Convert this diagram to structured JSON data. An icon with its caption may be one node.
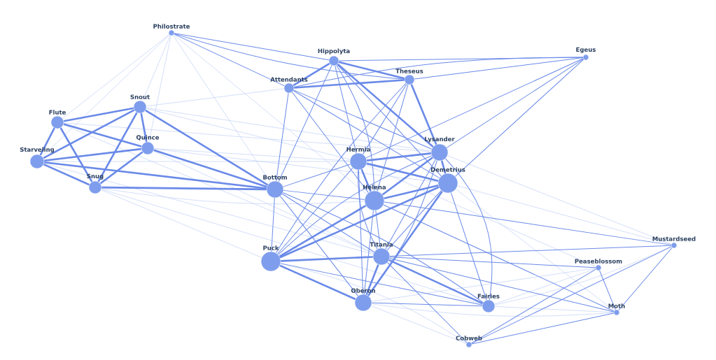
{
  "diagram": {
    "nodes": [
      {
        "text": [
          "Philostrate"
        ]
      },
      {
        "text": [
          "Hippolyta"
        ]
      },
      {
        "text": [
          "Egeus"
        ]
      },
      {
        "text": [
          "Theseus"
        ]
      },
      {
        "text": [
          "Attendants"
        ]
      },
      {
        "text": [
          "Snout"
        ]
      },
      {
        "text": [
          "Flute"
        ]
      },
      {
        "text": [
          "Quince"
        ]
      },
      {
        "text": [
          "Lysander"
        ]
      },
      {
        "text": [
          "Hermia"
        ]
      },
      {
        "text": [
          "Starveling"
        ]
      },
      {
        "text": [
          "Demetrius"
        ]
      },
      {
        "text": [
          "Bottom"
        ]
      },
      {
        "text": [
          "Snug"
        ]
      },
      {
        "text": [
          "Helena"
        ]
      },
      {
        "text": [
          "Mustardseed"
        ]
      },
      {
        "text": [
          "Titania"
        ]
      },
      {
        "text": [
          "Puck"
        ]
      },
      {
        "text": [
          "Peaseblossom"
        ]
      },
      {
        "text": [
          "Oberon"
        ]
      },
      {
        "text": [
          "Fairies"
        ]
      },
      {
        "text": [
          "Moth"
        ]
      },
      {
        "text": [
          "Cobweb"
        ]
      }
    ],
    "edges": [
      {
        "from": 0,
        "to": 6,
        "arrow": "none",
        "color": "#c8d5f7"
      },
      {
        "from": 0,
        "to": 10,
        "arrow": "none",
        "color": "#c8d5f7"
      },
      {
        "from": 0,
        "to": 5,
        "arrow": "none",
        "color": "#c8d5f7"
      },
      {
        "from": 0,
        "to": 7,
        "arrow": "none",
        "color": "#c8d5f7"
      },
      {
        "from": 0,
        "to": 12,
        "arrow": "none",
        "color": "#c8d5f7"
      },
      {
        "from": 0,
        "to": 14,
        "arrow": "none",
        "color": "#c8d5f7"
      },
      {
        "from": 13,
        "to": 17,
        "arrow": "none",
        "color": "#c8d5f7"
      },
      {
        "from": 13,
        "to": 14,
        "arrow": "none",
        "color": "#c8d5f7"
      },
      {
        "from": 10,
        "to": 9,
        "arrow": "none",
        "color": "#c8d5f7"
      },
      {
        "from": 6,
        "to": 8,
        "arrow": "none",
        "color": "#c8d5f7"
      },
      {
        "from": 5,
        "to": 8,
        "arrow": "none",
        "color": "#c8d5f7"
      },
      {
        "from": 5,
        "to": 4,
        "arrow": "none",
        "color": "#c8d5f7"
      },
      {
        "from": 7,
        "to": 9,
        "arrow": "none",
        "color": "#c8d5f7"
      },
      {
        "from": 7,
        "to": 11,
        "arrow": "none",
        "color": "#c8d5f7"
      },
      {
        "from": 7,
        "to": 16,
        "arrow": "none",
        "color": "#c8d5f7"
      },
      {
        "from": 10,
        "to": 16,
        "arrow": "none",
        "color": "#c8d5f7"
      },
      {
        "from": 11,
        "to": 15,
        "arrow": "none",
        "color": "#c8d5f7"
      },
      {
        "from": 8,
        "to": 15,
        "arrow": "none",
        "color": "#c8d5f7"
      },
      {
        "from": 11,
        "to": 21,
        "arrow": "none",
        "color": "#c8d5f7"
      },
      {
        "from": 9,
        "to": 18,
        "arrow": "none",
        "color": "#c8d5f7"
      },
      {
        "from": 19,
        "to": 18,
        "arrow": "none",
        "color": "#c8d5f7"
      },
      {
        "from": 19,
        "to": 21,
        "arrow": "none",
        "color": "#c8d5f7"
      },
      {
        "from": 19,
        "to": 22,
        "arrow": "none",
        "color": "#c8d5f7"
      },
      {
        "from": 17,
        "to": 22,
        "arrow": "none",
        "color": "#c8d5f7"
      },
      {
        "from": 20,
        "to": 15,
        "arrow": "none",
        "color": "#c8d5f7"
      },
      {
        "from": 20,
        "to": 21,
        "arrow": "none",
        "color": "#c8d5f7"
      },
      {
        "from": 20,
        "to": 18,
        "arrow": "none",
        "color": "#c8d5f7"
      },
      {
        "from": 6,
        "to": 16,
        "arrow": "none",
        "color": "#c8d5f7"
      },
      {
        "from": 5,
        "to": 9,
        "arrow": "none",
        "color": "#c8d5f7"
      },
      {
        "from": 13,
        "to": 20,
        "arrow": "none",
        "color": "#c8d5f7"
      },
      {
        "from": 0,
        "to": 1,
        "arrow": "none"
      },
      {
        "from": 0,
        "to": 3,
        "arrow": "none"
      },
      {
        "from": 0,
        "to": 4,
        "arrow": "none"
      },
      {
        "from": 1,
        "to": 2,
        "arrow": "none"
      },
      {
        "from": 3,
        "to": 2,
        "arrow": "none"
      },
      {
        "from": 4,
        "to": 2,
        "arrow": "none"
      },
      {
        "from": 2,
        "to": 8,
        "arrow": "none"
      },
      {
        "from": 2,
        "to": 11,
        "arrow": "none"
      },
      {
        "from": 2,
        "to": 9,
        "arrow": "none"
      },
      {
        "from": 1,
        "to": 9,
        "arrow": "none"
      },
      {
        "from": 1,
        "to": 11,
        "arrow": "none"
      },
      {
        "from": 1,
        "to": 14,
        "arrow": "none"
      },
      {
        "from": 1,
        "to": 12,
        "arrow": "none"
      },
      {
        "from": 4,
        "to": 8,
        "arrow": "none"
      },
      {
        "from": 4,
        "to": 11,
        "arrow": "none"
      },
      {
        "from": 4,
        "to": 14,
        "arrow": "none"
      },
      {
        "from": 4,
        "to": 12,
        "arrow": "none"
      },
      {
        "from": 3,
        "to": 9,
        "arrow": "none"
      },
      {
        "from": 3,
        "to": 14,
        "arrow": "none"
      },
      {
        "from": 3,
        "to": 17,
        "arrow": "none"
      },
      {
        "from": 12,
        "to": 9,
        "arrow": "none"
      },
      {
        "from": 12,
        "to": 14,
        "arrow": "none"
      },
      {
        "from": 12,
        "to": 16,
        "arrow": "none"
      },
      {
        "from": 12,
        "to": 17,
        "arrow": "none"
      },
      {
        "from": 12,
        "to": 19,
        "arrow": "none"
      },
      {
        "from": 12,
        "to": 20,
        "arrow": "none"
      },
      {
        "from": 17,
        "to": 8,
        "arrow": "none"
      },
      {
        "from": 17,
        "to": 9,
        "arrow": "none"
      },
      {
        "from": 17,
        "to": 20,
        "arrow": "none"
      },
      {
        "from": 19,
        "to": 20,
        "arrow": "none"
      },
      {
        "from": 19,
        "to": 14,
        "arrow": "none"
      },
      {
        "from": 19,
        "to": 9,
        "arrow": "none"
      },
      {
        "from": 19,
        "to": 8,
        "arrow": "none"
      },
      {
        "from": 16,
        "to": 14,
        "arrow": "none"
      },
      {
        "from": 16,
        "to": 9,
        "arrow": "none"
      },
      {
        "from": 16,
        "to": 8,
        "arrow": "none"
      },
      {
        "from": 16,
        "to": 11,
        "arrow": "none"
      },
      {
        "from": 16,
        "to": 15,
        "arrow": "none"
      },
      {
        "from": 16,
        "to": 18,
        "arrow": "none"
      },
      {
        "from": 16,
        "to": 21,
        "arrow": "none"
      },
      {
        "from": 16,
        "to": 22,
        "arrow": "none"
      },
      {
        "from": 18,
        "to": 21,
        "arrow": "none"
      },
      {
        "from": 21,
        "to": 15,
        "arrow": "none"
      },
      {
        "from": 22,
        "to": 15,
        "arrow": "none"
      },
      {
        "from": 22,
        "to": 18,
        "arrow": "none"
      },
      {
        "from": 22,
        "to": 21,
        "arrow": "none"
      },
      {
        "from": 20,
        "to": 11,
        "arrow": "none"
      },
      {
        "from": 20,
        "to": 8,
        "arrow": "none"
      },
      {
        "from": 14,
        "to": 15,
        "arrow": "none"
      },
      {
        "from": 14,
        "to": 21,
        "arrow": "none"
      },
      {
        "from": 6,
        "to": 5,
        "arrow": "none",
        "style": "thick"
      },
      {
        "from": 6,
        "to": 7,
        "arrow": "none",
        "style": "thick"
      },
      {
        "from": 7,
        "to": 12,
        "arrow": "none",
        "style": "thick"
      },
      {
        "from": 5,
        "to": 12,
        "arrow": "none",
        "style": "thick"
      },
      {
        "from": 5,
        "to": 7,
        "arrow": "none",
        "style": "thick"
      },
      {
        "from": 5,
        "to": 10,
        "arrow": "none",
        "style": "thick"
      },
      {
        "from": 5,
        "to": 13,
        "arrow": "none",
        "style": "thick"
      },
      {
        "from": 6,
        "to": 10,
        "arrow": "none",
        "style": "thick"
      },
      {
        "from": 6,
        "to": 13,
        "arrow": "none",
        "style": "thick"
      },
      {
        "from": 10,
        "to": 7,
        "arrow": "none",
        "style": "thick"
      },
      {
        "from": 10,
        "to": 13,
        "arrow": "none",
        "style": "thick"
      },
      {
        "from": 10,
        "to": 12,
        "arrow": "none",
        "style": "thick"
      },
      {
        "from": 13,
        "to": 7,
        "arrow": "none",
        "style": "thick"
      },
      {
        "from": 13,
        "to": 12,
        "arrow": "none",
        "style": "thick"
      },
      {
        "from": 9,
        "to": 8,
        "arrow": "none",
        "style": "thick"
      },
      {
        "from": 9,
        "to": 11,
        "arrow": "none",
        "style": "thick"
      },
      {
        "from": 9,
        "to": 14,
        "arrow": "none",
        "style": "thick"
      },
      {
        "from": 14,
        "to": 8,
        "arrow": "none",
        "style": "thick"
      },
      {
        "from": 14,
        "to": 11,
        "arrow": "none",
        "style": "thick"
      },
      {
        "from": 8,
        "to": 11,
        "arrow": "none",
        "style": "thick"
      },
      {
        "from": 17,
        "to": 16,
        "arrow": "none",
        "style": "thick"
      },
      {
        "from": 17,
        "to": 19,
        "arrow": "none",
        "style": "thick"
      },
      {
        "from": 17,
        "to": 14,
        "arrow": "none",
        "style": "thick"
      },
      {
        "from": 17,
        "to": 11,
        "arrow": "none",
        "style": "thick"
      },
      {
        "from": 16,
        "to": 20,
        "arrow": "none",
        "style": "thick"
      },
      {
        "from": 16,
        "to": 19,
        "arrow": "none",
        "style": "thick"
      },
      {
        "from": 19,
        "to": 11,
        "arrow": "none",
        "style": "thick"
      },
      {
        "from": 1,
        "to": 3,
        "arrow": "none",
        "style": "thick"
      },
      {
        "from": 3,
        "to": 4,
        "arrow": "none",
        "style": "thick"
      },
      {
        "from": 3,
        "to": 8,
        "arrow": "none",
        "style": "thick"
      },
      {
        "from": 1,
        "to": 4,
        "arrow": "none",
        "style": "thick"
      },
      {
        "from": 1,
        "to": 8,
        "arrow": "none",
        "style": "thick"
      }
    ]
  }
}
